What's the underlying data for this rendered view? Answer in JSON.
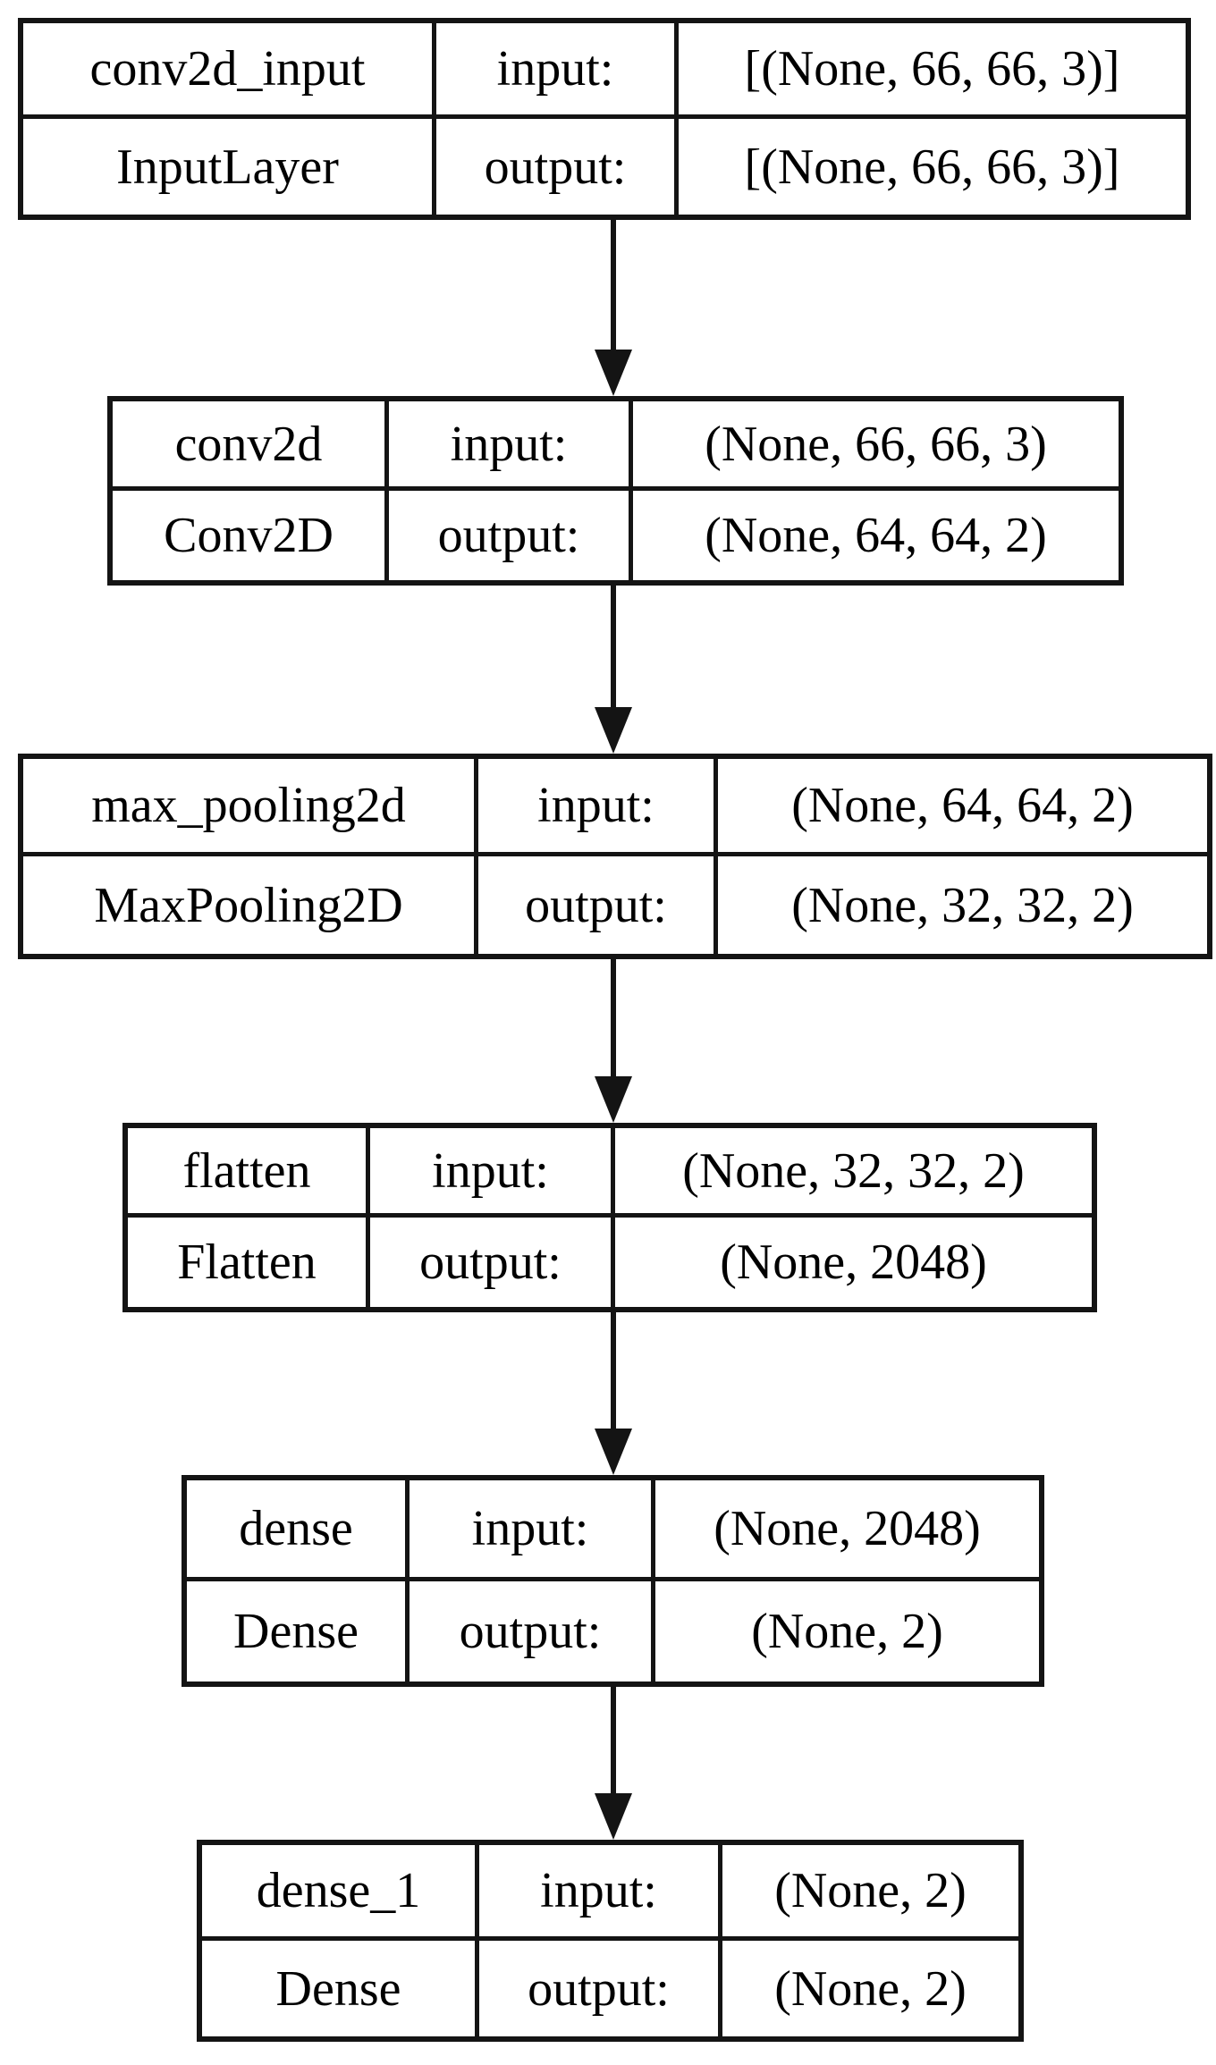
{
  "colors": {
    "line": "#141414",
    "background": "#ffffff",
    "text": "#000000"
  },
  "io_labels": {
    "input": "input:",
    "output": "output:"
  },
  "layers": [
    {
      "name": "conv2d_input",
      "class_name": "InputLayer",
      "input_shape": "[(None, 66, 66, 3)]",
      "output_shape": "[(None, 66, 66, 3)]"
    },
    {
      "name": "conv2d",
      "class_name": "Conv2D",
      "input_shape": "(None, 66, 66, 3)",
      "output_shape": "(None, 64, 64, 2)"
    },
    {
      "name": "max_pooling2d",
      "class_name": "MaxPooling2D",
      "input_shape": "(None, 64, 64, 2)",
      "output_shape": "(None, 32, 32, 2)"
    },
    {
      "name": "flatten",
      "class_name": "Flatten",
      "input_shape": "(None, 32, 32, 2)",
      "output_shape": "(None, 2048)"
    },
    {
      "name": "dense",
      "class_name": "Dense",
      "input_shape": "(None, 2048)",
      "output_shape": "(None, 2)"
    },
    {
      "name": "dense_1",
      "class_name": "Dense",
      "input_shape": "(None, 2)",
      "output_shape": "(None, 2)"
    }
  ],
  "edges": [
    {
      "from": "conv2d_input",
      "to": "conv2d"
    },
    {
      "from": "conv2d",
      "to": "max_pooling2d"
    },
    {
      "from": "max_pooling2d",
      "to": "flatten"
    },
    {
      "from": "flatten",
      "to": "dense"
    },
    {
      "from": "dense",
      "to": "dense_1"
    }
  ]
}
